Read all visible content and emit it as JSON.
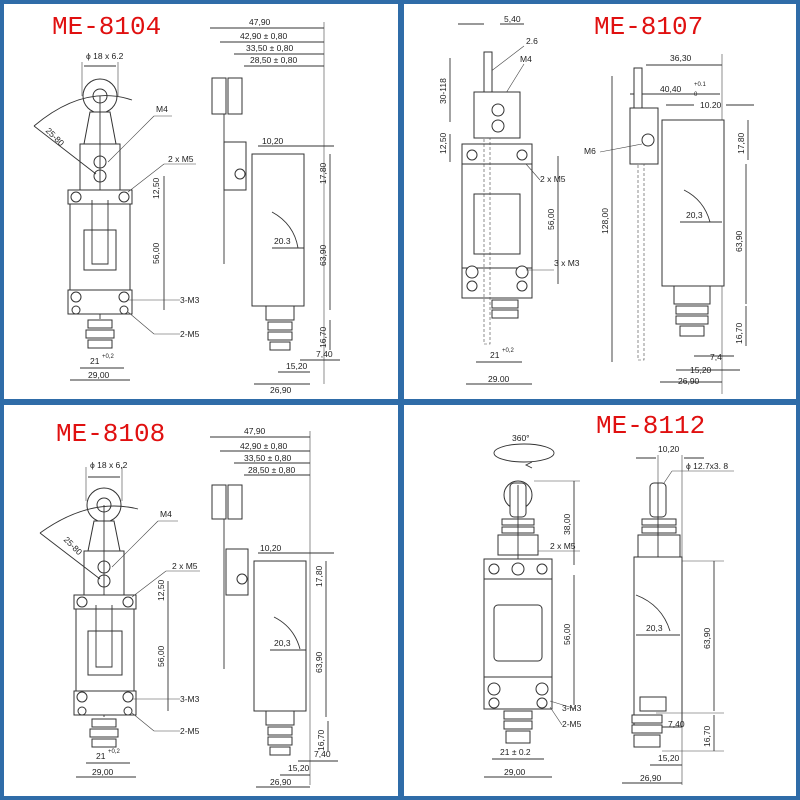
{
  "frame_color": "#2f6ca8",
  "title_color": "#e01010",
  "panels": [
    {
      "model": "ME-8104",
      "front": {
        "roller": "ϕ 18 x 6.2",
        "arm": "25-80",
        "m4": "M4",
        "m5_top": "2 x M5",
        "h_12_50": "12,50",
        "h_56": "56,00",
        "m3": "3-M3",
        "m5_bottom": "2-M5",
        "w_21": "21",
        "w_21_tol": "+0,2",
        "w_29": "29,00"
      },
      "side": {
        "d1": "47,90",
        "d2": "42,90 ± 0,80",
        "d3": "33,50 ± 0,80",
        "d4": "28,50 ± 0,80",
        "d_10_20": "10,20",
        "h_17_80": "17,80",
        "w_20_3": "20.3",
        "h_63_90": "63,90",
        "h_16_70": "16,70",
        "w_7_40": "7,40",
        "w_15_20": "15,20",
        "w_26_90": "26,90"
      }
    },
    {
      "model": "ME-8107",
      "front": {
        "w_5_40": "5,40",
        "rod": "2.6",
        "m4": "M4",
        "h_30_118": "30-118",
        "h_12_50": "12,50",
        "m5_top": "2 x M5",
        "h_56": "56,00",
        "m3": "3 x M3",
        "w_21": "21",
        "w_21_tol": "+0,2",
        "w_29": "29.00"
      },
      "side": {
        "d1": "36,30",
        "d2": "40,40",
        "d2_tol_top": "+0.1",
        "d2_tol_bottom": "0",
        "d_10_20": "10.20",
        "m6": "M6",
        "h_17_80": "17,80",
        "h_128": "128,00",
        "w_20_3": "20,3",
        "h_63_90": "63,90",
        "h_16_70": "16,70",
        "w_7_4": "7,4",
        "w_15_20": "15,20",
        "w_26_90": "26,90"
      }
    },
    {
      "model": "ME-8108",
      "front": {
        "roller": "ϕ 18 x 6,2",
        "arm": "25-80",
        "m4": "M4",
        "m5_top": "2 x M5",
        "h_12_50": "12,50",
        "h_56": "56,00",
        "m3": "3-M3",
        "m5_bottom": "2-M5",
        "w_21": "21",
        "w_21_tol": "+0,2",
        "w_29": "29,00"
      },
      "side": {
        "d1": "47,90",
        "d2": "42,90 ± 0,80",
        "d3": "33,50 ± 0,80",
        "d4": "28,50 ± 0,80",
        "d_10_20": "10,20",
        "h_17_80": "17,80",
        "w_20_3": "20,3",
        "h_63_90": "63,90",
        "h_16_70": "16,70",
        "w_7_40": "7,40",
        "w_15_20": "15,20",
        "w_26_90": "26,90"
      }
    },
    {
      "model": "ME-8112",
      "front": {
        "rotation": "360°",
        "h_38": "38,00",
        "m5_top": "2 x M5",
        "h_56": "56,00",
        "m3": "3-M3",
        "m5_bottom": "2-M5",
        "w_21": "21 ± 0.2",
        "w_29": "29,00"
      },
      "side": {
        "d_10_20": "10,20",
        "roller": "ϕ 12.7x3. 8",
        "w_20_3": "20,3",
        "h_63_90": "63,90",
        "w_7_40": "7,40",
        "h_16_70": "16,70",
        "w_15_20": "15,20",
        "w_26_90": "26,90"
      }
    }
  ]
}
